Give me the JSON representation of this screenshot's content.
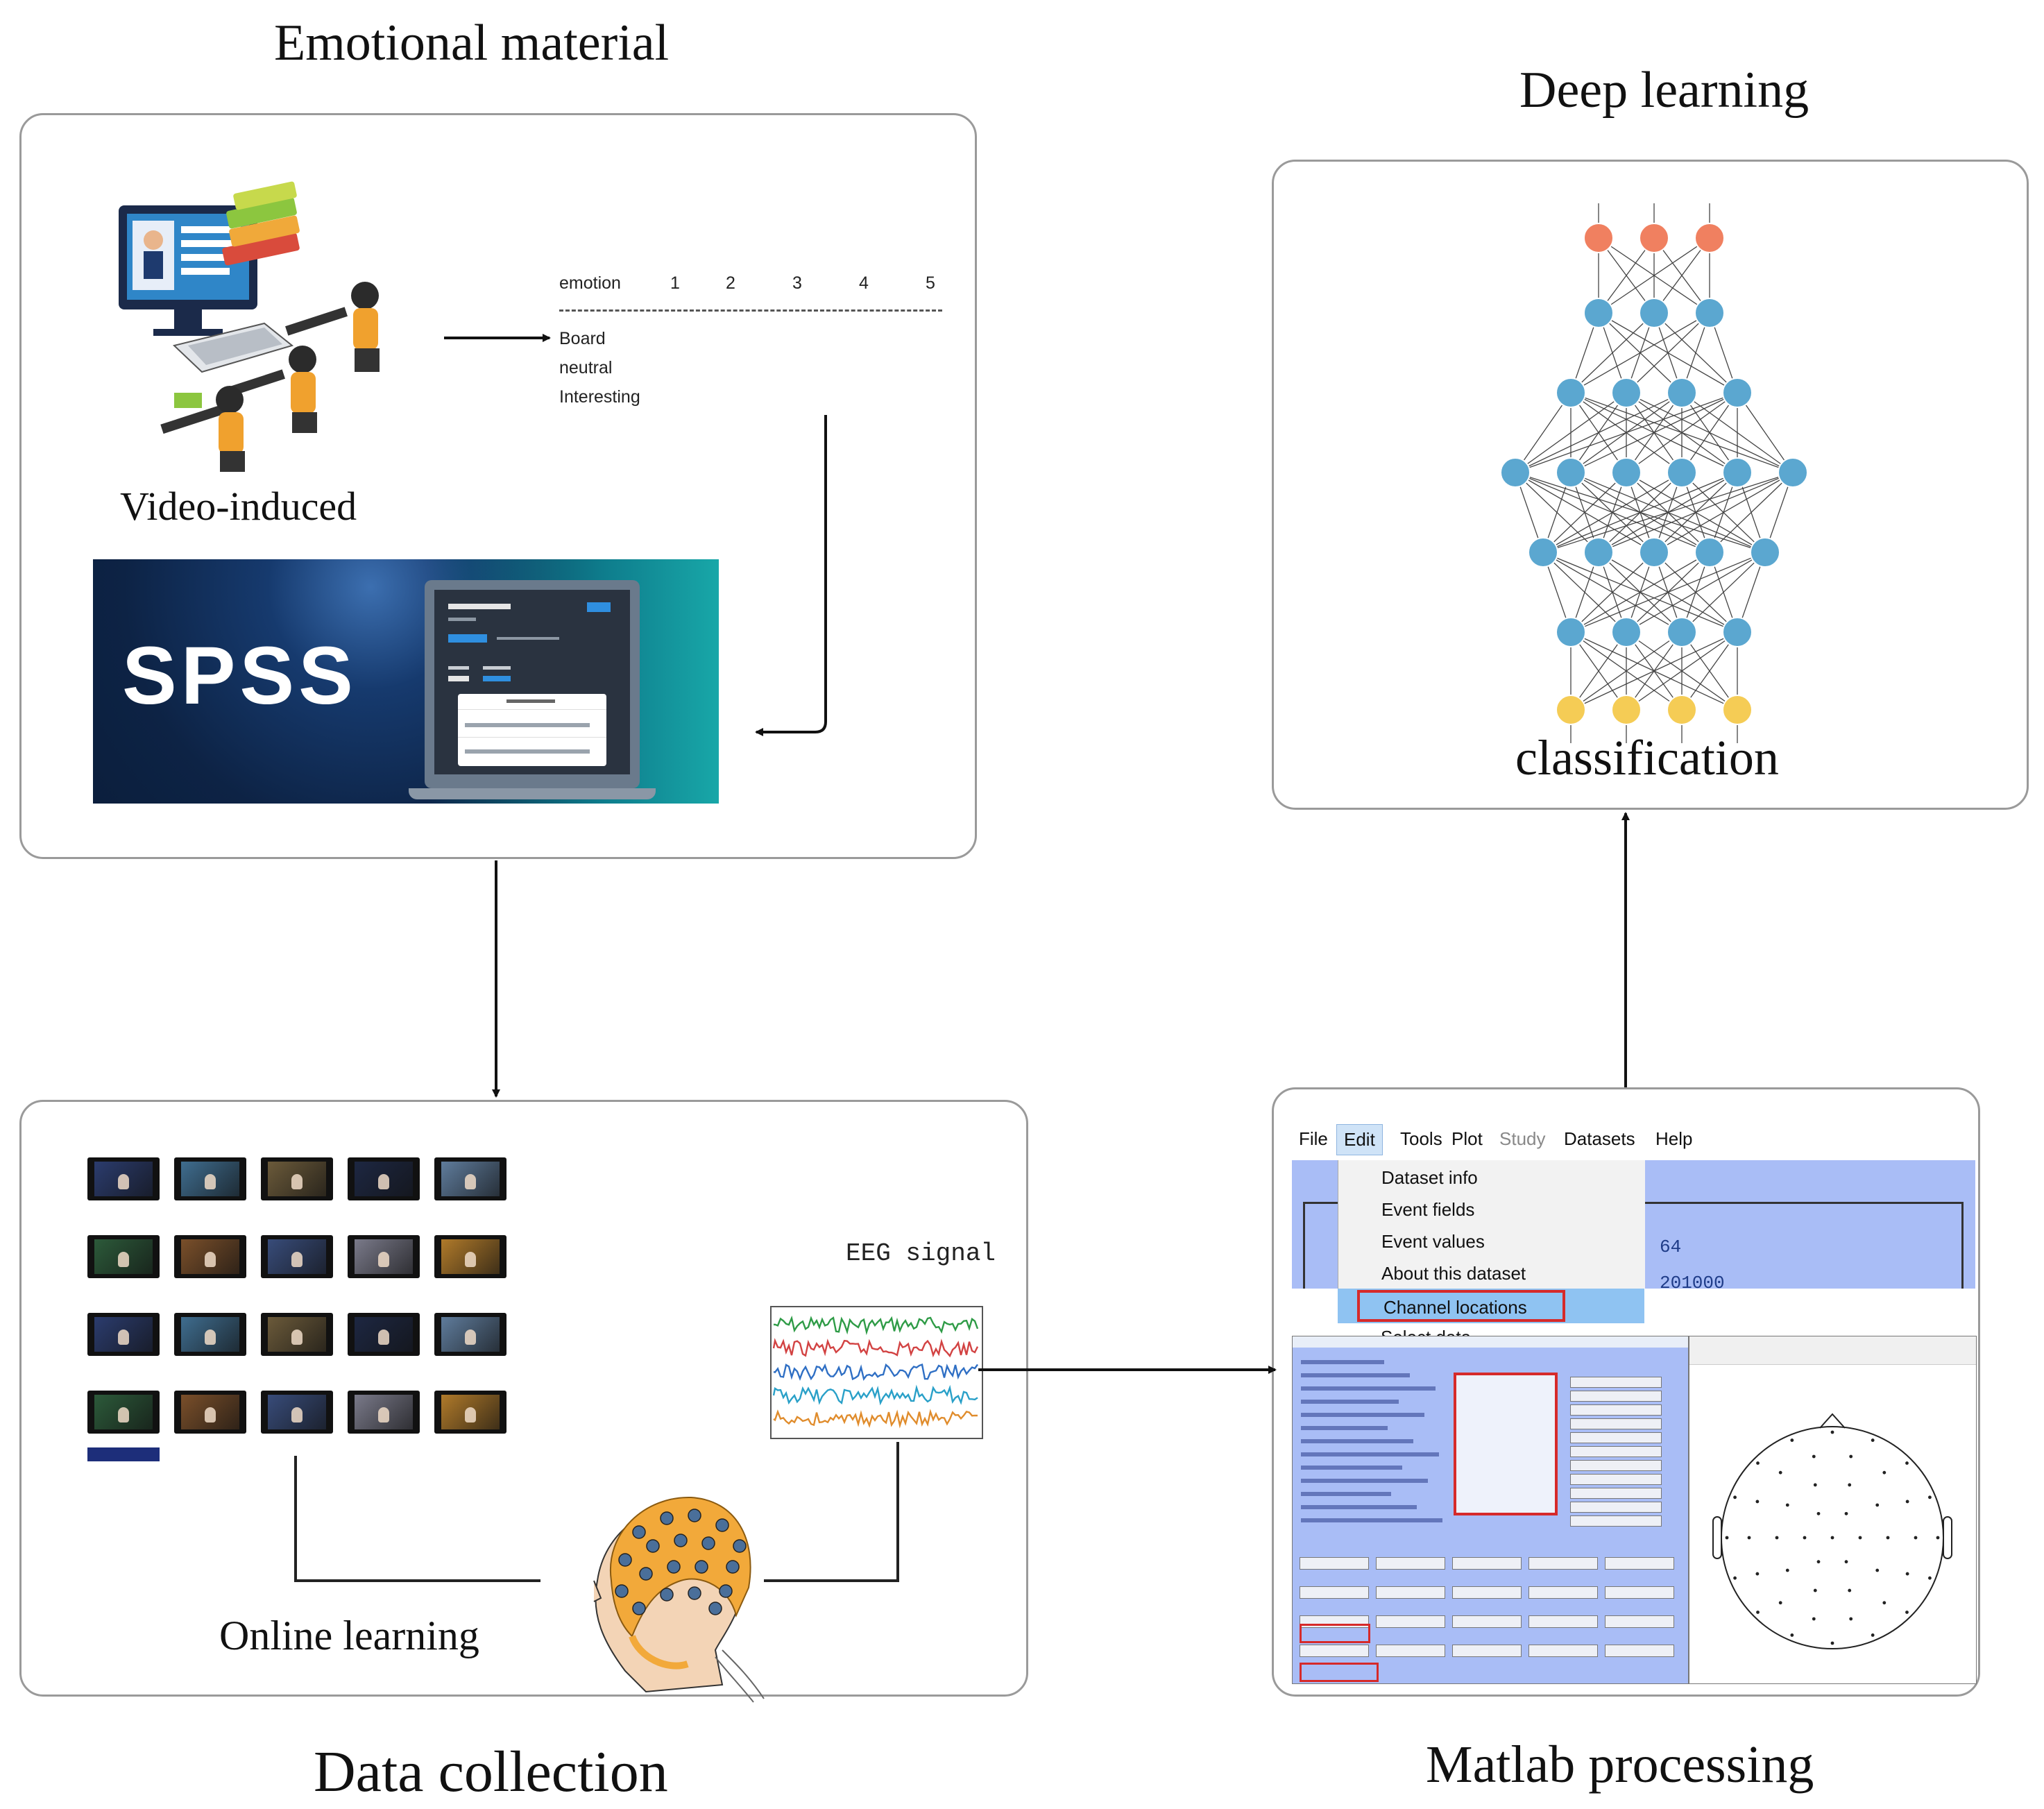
{
  "titles": {
    "emotional_material": "Emotional material",
    "deep_learning": "Deep learning",
    "data_collection": "Data collection",
    "matlab_processing": "Matlab processing"
  },
  "emotional_box": {
    "video_label": "Video-induced",
    "rating_table": {
      "header": [
        "emotion",
        "1",
        "2",
        "3",
        "4",
        "5"
      ],
      "rows": [
        "Board",
        "neutral",
        "Interesting"
      ]
    },
    "spss_label": "SPSS"
  },
  "deep_learning_box": {
    "classification_label": "classification",
    "network_layers": [
      3,
      3,
      4,
      6,
      5,
      4,
      4
    ],
    "colors": {
      "output": "#f08060",
      "hidden": "#5ba7d0",
      "input": "#f5cc55"
    }
  },
  "data_collection_box": {
    "online_label": "Online learning",
    "eeg_label": "EEG signal",
    "video_thumbnail_rows": [
      5,
      5,
      5,
      5
    ],
    "eeg_trace_colors": [
      "#2e9b46",
      "#d24242",
      "#2f6fc4",
      "#29a0c8",
      "#e08c2c"
    ]
  },
  "matlab_box": {
    "menu": [
      "File",
      "Edit",
      "Tools",
      "Plot",
      "Study",
      "Datasets",
      "Help"
    ],
    "dropdown": [
      "Dataset info",
      "Event fields",
      "Event values",
      "About this dataset",
      "Channel locations",
      "Select data"
    ],
    "highlighted_item": "Channel locations",
    "side_values": [
      "64",
      "201000"
    ],
    "colors": {
      "panel": "#a9bdf6",
      "highlight_border": "#d62a2a",
      "selection": "#8fc3f2"
    }
  }
}
